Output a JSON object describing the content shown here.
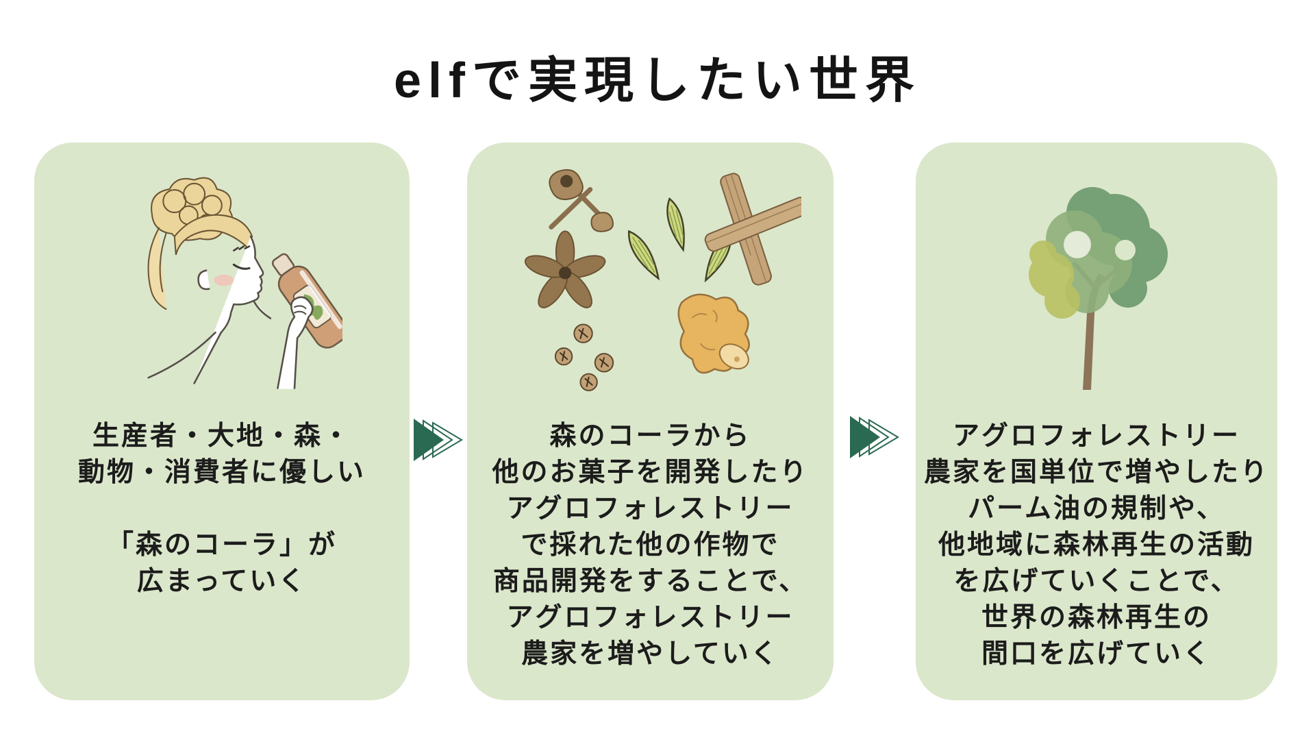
{
  "title": "elfで実現したい世界",
  "colors": {
    "page_background": "#ffffff",
    "card_background": "#dbe7cb",
    "arrow_green": "#2b6a52",
    "text": "#1c1c1c"
  },
  "cards": [
    {
      "id": "card-kind-cola-spreads",
      "illustration": "woman-drinking-forest-cola-illustration",
      "paragraphs": [
        [
          "生産者・大地・森・",
          "動物・消費者に優しい"
        ],
        [
          "「森のコーラ」が",
          "広まっていく"
        ]
      ]
    },
    {
      "id": "card-develop-products",
      "illustration": "spices-illustration",
      "lines": [
        "森のコーラから",
        "他のお菓子を開発したり",
        "アグロフォレストリー",
        "で採れた他の作物で",
        "商品開発をすることで、",
        "アグロフォレストリー",
        "農家を増やしていく"
      ]
    },
    {
      "id": "card-world-reforestation",
      "illustration": "watercolor-tree-illustration",
      "lines": [
        "アグロフォレストリー",
        "農家を国単位で増やしたり",
        "パーム油の規制や、",
        "他地域に森林再生の活動",
        "を広げていくことで、",
        "世界の森林再生の",
        "間口を広げていく"
      ]
    }
  ],
  "arrows": [
    {
      "icon": "fast-forward-icon"
    },
    {
      "icon": "fast-forward-icon"
    }
  ]
}
